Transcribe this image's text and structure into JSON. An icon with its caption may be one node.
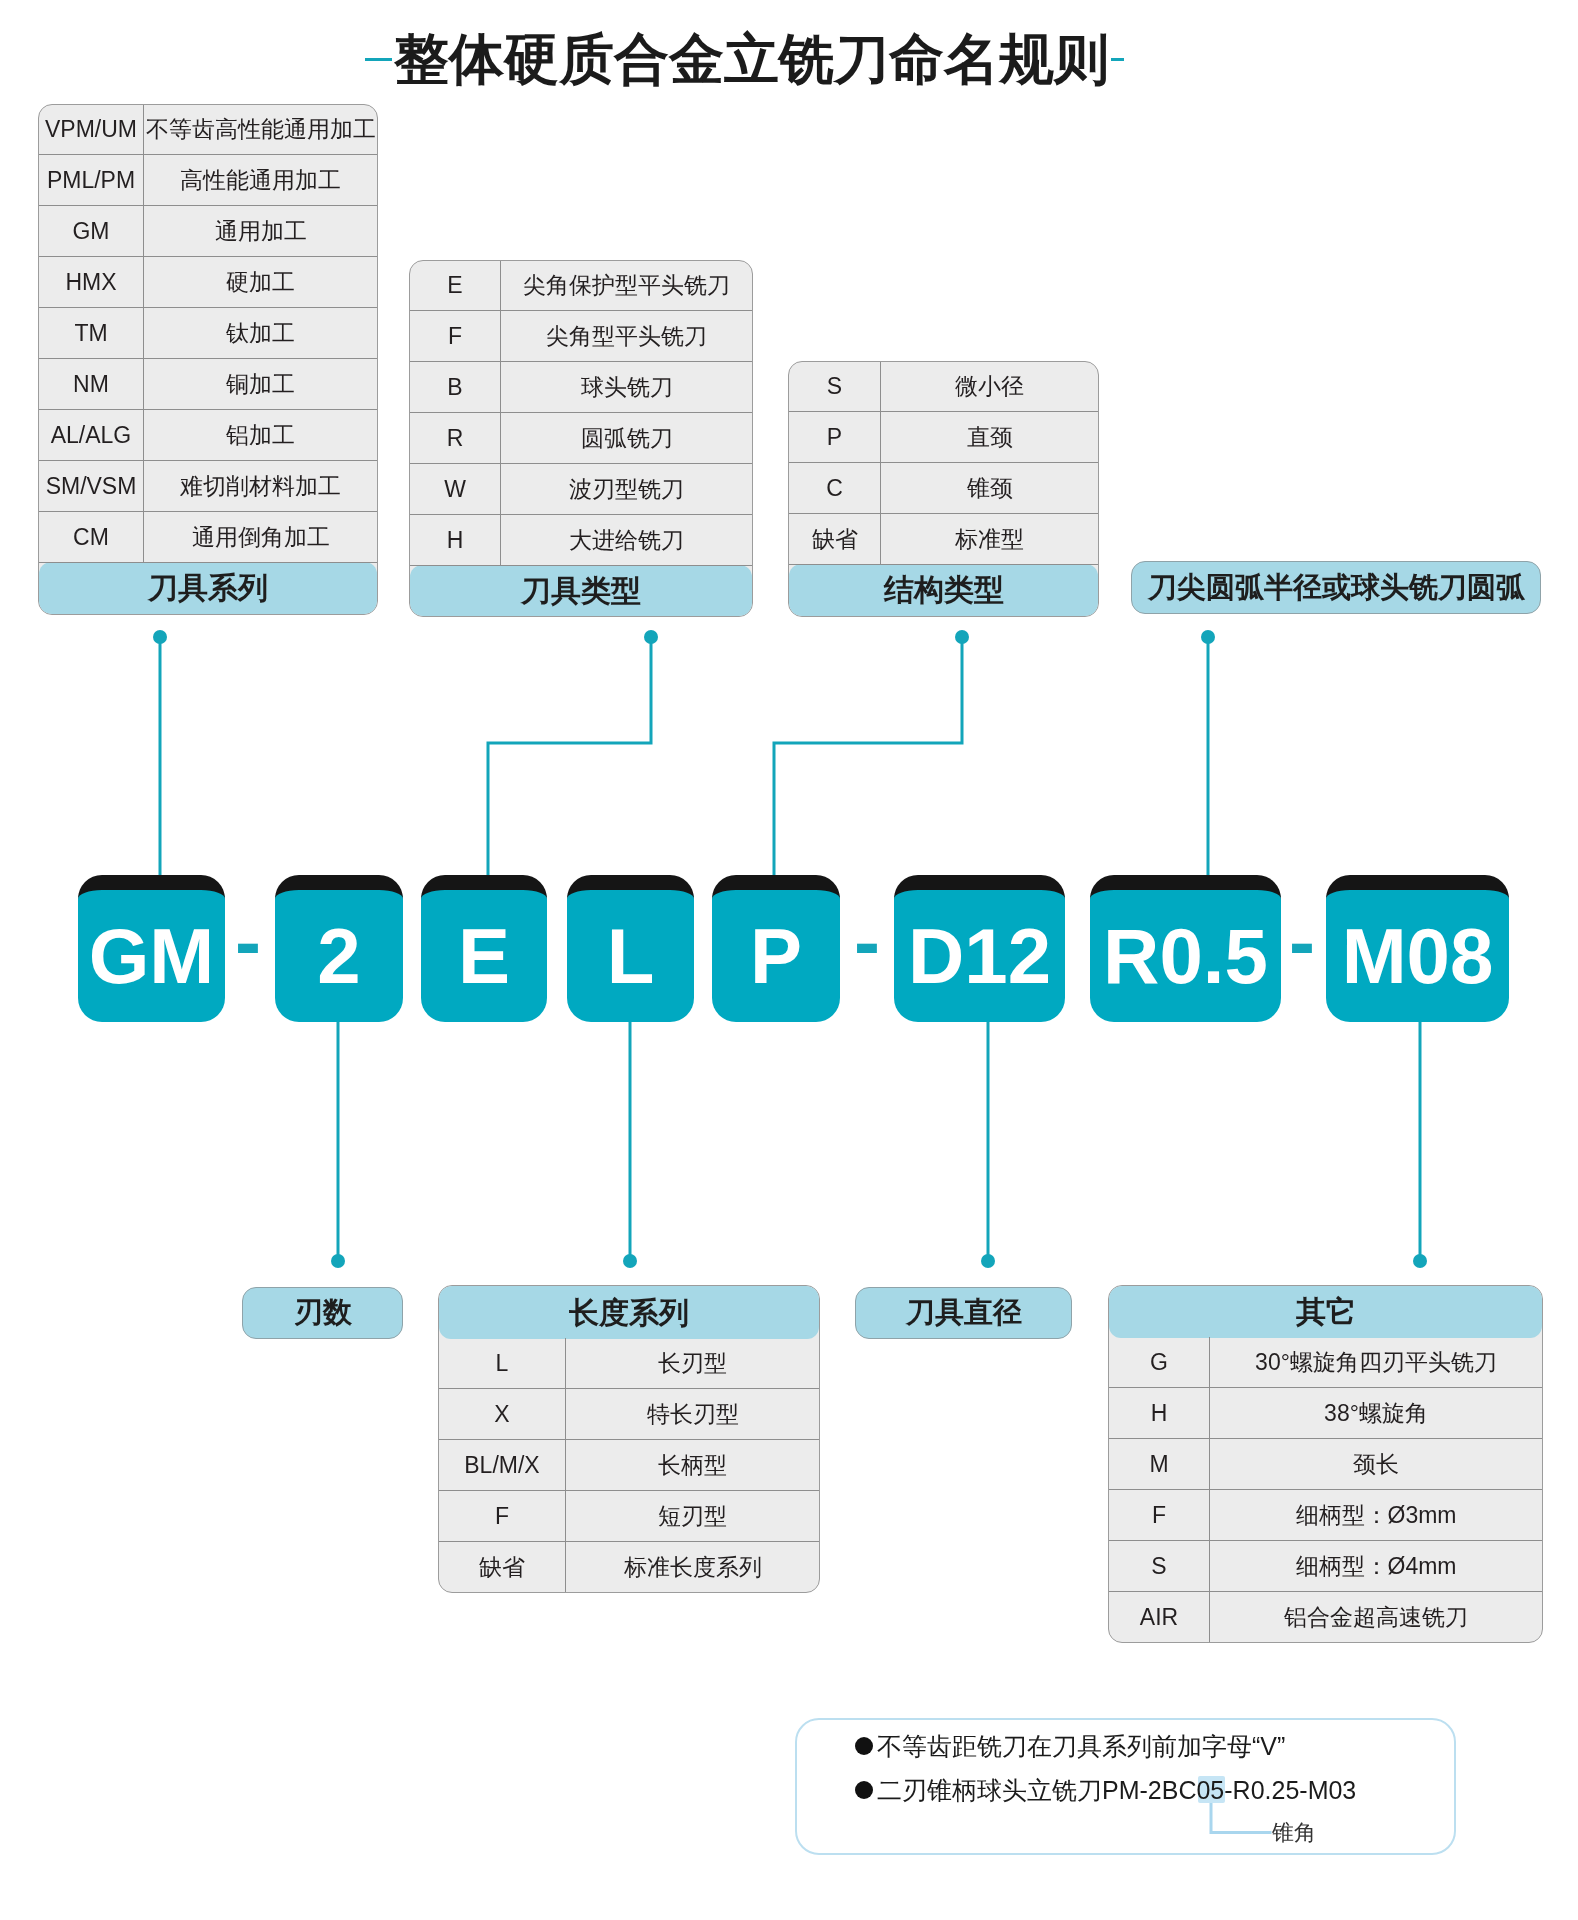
{
  "diagram": {
    "title": "整体硬质合金立铣刀命名规则",
    "nodes": [
      {
        "text": [
          "刀具系列"
        ]
      },
      {
        "text": [
          "VPM/UM",
          "不等齿高性能通用加工"
        ],
        "in": 0
      },
      {
        "text": [
          "PML/PM",
          "高性能通用加工"
        ],
        "in": 0
      },
      {
        "text": [
          "GM",
          "通用加工"
        ],
        "in": 0
      },
      {
        "text": [
          "HMX",
          "硬加工"
        ],
        "in": 0
      },
      {
        "text": [
          "TM",
          "钛加工"
        ],
        "in": 0
      },
      {
        "text": [
          "NM",
          "铜加工"
        ],
        "in": 0
      },
      {
        "text": [
          "AL/ALG",
          "铝加工"
        ],
        "in": 0
      },
      {
        "text": [
          "SM/VSM",
          "难切削材料加工"
        ],
        "in": 0
      },
      {
        "text": [
          "CM",
          "通用倒角加工"
        ],
        "in": 0
      },
      {
        "text": [
          "刀具类型"
        ]
      },
      {
        "text": [
          "E",
          "尖角保护型平头铣刀"
        ],
        "in": 10
      },
      {
        "text": [
          "F",
          "尖角型平头铣刀"
        ],
        "in": 10
      },
      {
        "text": [
          "B",
          "球头铣刀"
        ],
        "in": 10
      },
      {
        "text": [
          "R",
          "圆弧铣刀"
        ],
        "in": 10
      },
      {
        "text": [
          "W",
          "波刃型铣刀"
        ],
        "in": 10
      },
      {
        "text": [
          "H",
          "大进给铣刀"
        ],
        "in": 10
      },
      {
        "text": [
          "结构类型"
        ]
      },
      {
        "text": [
          "S",
          "微小径"
        ],
        "in": 17
      },
      {
        "text": [
          "P",
          "直颈"
        ],
        "in": 17
      },
      {
        "text": [
          "C",
          "锥颈"
        ],
        "in": 17
      },
      {
        "text": [
          "缺省",
          "标准型"
        ],
        "in": 17
      },
      {
        "text": [
          "刀尖圆弧半径或球头铣刀圆弧"
        ]
      },
      {
        "text": [
          "GM"
        ]
      },
      {
        "text": [
          "2"
        ]
      },
      {
        "text": [
          "E"
        ]
      },
      {
        "text": [
          "L"
        ]
      },
      {
        "text": [
          "P"
        ]
      },
      {
        "text": [
          "D12"
        ]
      },
      {
        "text": [
          "R0.5"
        ]
      },
      {
        "text": [
          "M08"
        ]
      },
      {
        "text": [
          "刃数"
        ]
      },
      {
        "text": [
          "长度系列"
        ]
      },
      {
        "text": [
          "L",
          "长刃型"
        ],
        "in": 32
      },
      {
        "text": [
          "X",
          "特长刃型"
        ],
        "in": 32
      },
      {
        "text": [
          "BL/M/X",
          "长柄型"
        ],
        "in": 32
      },
      {
        "text": [
          "F",
          "短刃型"
        ],
        "in": 32
      },
      {
        "text": [
          "缺省",
          "标准长度系列"
        ],
        "in": 32
      },
      {
        "text": [
          "刀具直径"
        ]
      },
      {
        "text": [
          "其它"
        ]
      },
      {
        "text": [
          "G",
          "30°螺旋角四刃平头铣刀"
        ],
        "in": 39
      },
      {
        "text": [
          "H",
          "38°螺旋角"
        ],
        "in": 39
      },
      {
        "text": [
          "M",
          "颈长"
        ],
        "in": 39
      },
      {
        "text": [
          "F",
          "细柄型：Ø3mm"
        ],
        "in": 39
      },
      {
        "text": [
          "S",
          "细柄型：Ø4mm"
        ],
        "in": 39
      },
      {
        "text": [
          "AIR",
          "铝合金超高速铣刀"
        ],
        "in": 39
      },
      {
        "text": [
          "不等齿距铣刀在刀具系列前加字母“V”",
          "二刃锥柄球头立铣刀PM-2BC05-R0.25-M03"
        ]
      },
      {
        "text": [],
        "shape": "box",
        "in": 46
      },
      {
        "text": [
          "锥角"
        ],
        "in": 46
      }
    ],
    "edges": [
      {
        "from": 23,
        "to": 0,
        "arrow": "other"
      },
      {
        "from": 25,
        "to": 10,
        "arrow": "other"
      },
      {
        "from": 27,
        "to": 17,
        "arrow": "other"
      },
      {
        "from": 29,
        "to": 22,
        "arrow": "other"
      },
      {
        "from": 24,
        "to": 31,
        "arrow": "other"
      },
      {
        "from": 26,
        "to": 32,
        "arrow": "other"
      },
      {
        "from": 28,
        "to": 38,
        "arrow": "other"
      },
      {
        "from": 30,
        "to": 39,
        "arrow": "other"
      },
      {
        "from": 48,
        "to": 47,
        "arrow": "none",
        "color": "#a9d6ee"
      }
    ],
    "labels": [
      "-",
      "-",
      "-"
    ]
  }
}
